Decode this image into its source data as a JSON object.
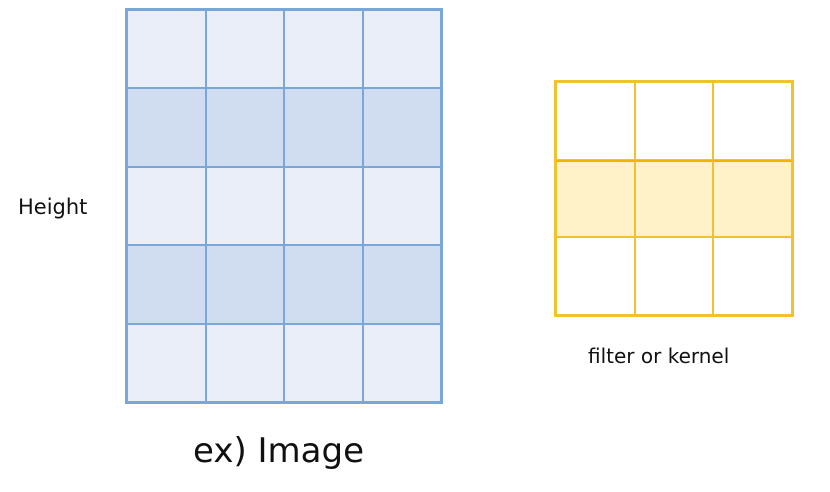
{
  "labels": {
    "height": "Height",
    "image_caption": "ex) Image",
    "kernel_caption": "filter or kernel"
  },
  "image_grid": {
    "rows": 5,
    "cols": 4,
    "shaded_rows": [
      1,
      3
    ],
    "border_color": "#7aa7d9",
    "fill_light": "#e9eef8",
    "fill_shaded": "#d0dcef"
  },
  "kernel_grid": {
    "rows": 3,
    "cols": 3,
    "shaded_rows": [
      1
    ],
    "border_color": "#f2c12e",
    "fill_light": "#ffffff",
    "fill_shaded": "#fff1c8"
  }
}
